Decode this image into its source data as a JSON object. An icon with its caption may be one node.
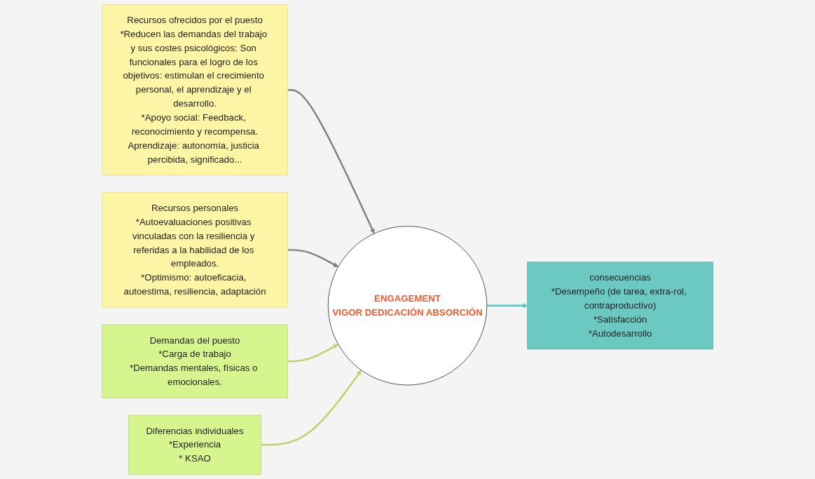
{
  "diagram": {
    "nodes": [
      {
        "text": [
          "Recursos ofrecidos por el puesto",
          "*Reducen las demandas del trabajo y sus costes psicológicos: Son funcionales para el logro de los objetivos: estimulan el crecimiento personal, el aprendizaje y el desarrollo.",
          "*Apoyo social: Feedback, reconocimiento y recompensa.",
          "Aprendizaje: autonomía, justicia percibida, significado..."
        ]
      },
      {
        "text": [
          "Recursos personales",
          "*Autoevaluaciones positivas vinculadas con la resiliencia y referidas a la habilidad de los empleados.",
          "*Optimismo: autoeficacia, autoestima, resiliencia, adaptación"
        ]
      },
      {
        "text": [
          "Demandas del puesto",
          "*Carga de trabajo",
          "*Demandas mentales, físicas o emocionales."
        ]
      },
      {
        "text": [
          "Diferencias individuales",
          "*Experiencia",
          "* KSAO"
        ]
      },
      {
        "text": [
          "ENGAGEMENT",
          "VIGOR DEDICACIÓN ABSORCIÓN"
        ]
      },
      {
        "text": [
          "consecuencias",
          "*Desempeño (de tarea, extra-rol, contraproductivo)",
          "*Satisfacción",
          "*Autodesarrollo"
        ]
      }
    ],
    "edges": [
      {
        "from": 0,
        "to": 4,
        "arrow": "to",
        "color": "#808080"
      },
      {
        "from": 1,
        "to": 4,
        "arrow": "to",
        "color": "#808080"
      },
      {
        "from": 2,
        "to": 4,
        "arrow": "to",
        "color": "#b8d46a"
      },
      {
        "from": 3,
        "to": 4,
        "arrow": "to",
        "color": "#b8d46a"
      },
      {
        "from": 4,
        "to": 5,
        "arrow": "to",
        "color": "#4fc9d0"
      }
    ]
  }
}
